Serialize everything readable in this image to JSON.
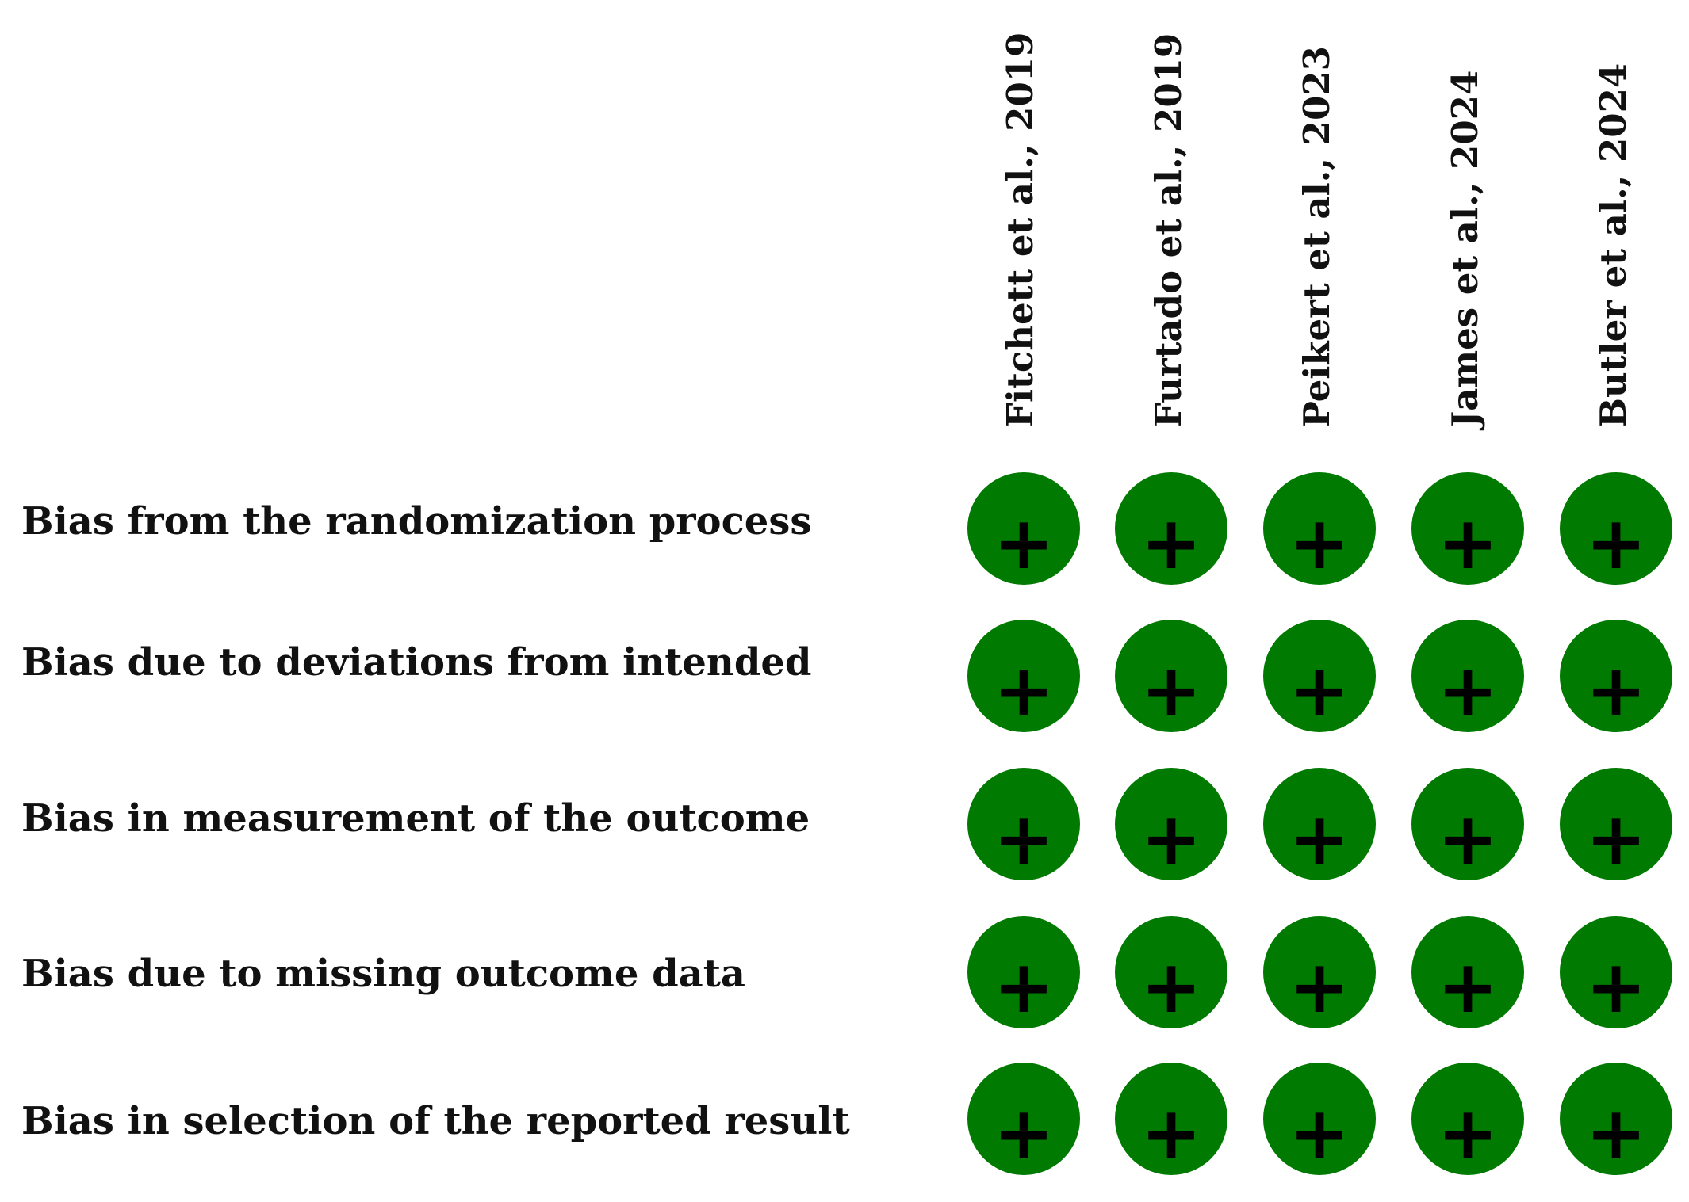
{
  "chart_data": {
    "type": "table",
    "studies": [
      "Fitchett et al., 2019",
      "Furtado et al., 2019",
      "Peikert et al., 2023",
      "James et al., 2024",
      "Butler et al., 2024"
    ],
    "domains": [
      "Bias from the randomization process",
      "Bias due to deviations from intended",
      "Bias in measurement of the outcome",
      "Bias due to missing outcome data",
      "Bias in selection of the reported result"
    ],
    "judgements": [
      [
        "+",
        "+",
        "+",
        "+",
        "+"
      ],
      [
        "+",
        "+",
        "+",
        "+",
        "+"
      ],
      [
        "+",
        "+",
        "+",
        "+",
        "+"
      ],
      [
        "+",
        "+",
        "+",
        "+",
        "+"
      ],
      [
        "+",
        "+",
        "+",
        "+",
        "+"
      ]
    ],
    "judgement_color": "#007A00",
    "symbol_color": "#000000"
  }
}
